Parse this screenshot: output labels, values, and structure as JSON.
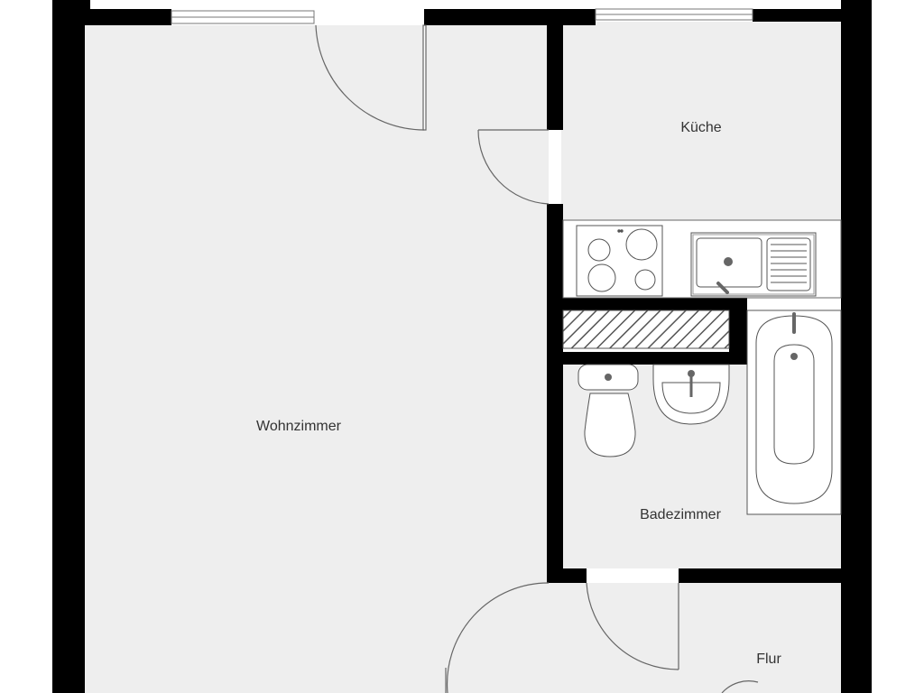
{
  "rooms": {
    "wohnzimmer": "Wohnzimmer",
    "kueche": "Küche",
    "badezimmer": "Badezimmer",
    "flur": "Flur"
  },
  "colors": {
    "wall": "#000000",
    "floor": "#eeeeee",
    "line": "#555555",
    "fixture_fill": "#ffffff",
    "fixture_dot": "#666666"
  }
}
